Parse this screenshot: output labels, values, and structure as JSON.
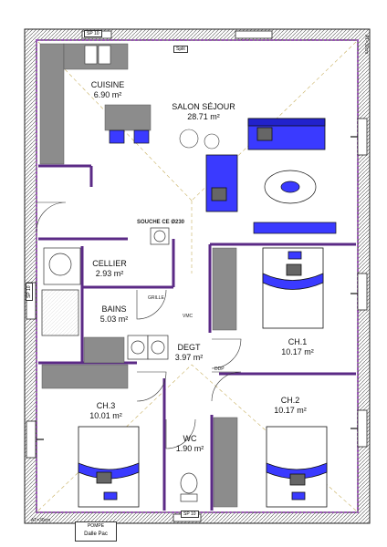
{
  "rooms": {
    "cuisine": {
      "name": "CUISINE",
      "area": "6.90 m²"
    },
    "salon": {
      "name": "SALON SÉJOUR",
      "area": "28.71 m²"
    },
    "cellier": {
      "name": "CELLIER",
      "area": "2.93 m²"
    },
    "bains": {
      "name": "BAINS",
      "area": "5.03 m²"
    },
    "degt": {
      "name": "DEGT",
      "area": "3.97 m²"
    },
    "ch1": {
      "name": "CH.1",
      "area": "10.17 m²"
    },
    "ch2": {
      "name": "CH.2",
      "area": "10.17 m²"
    },
    "ch3": {
      "name": "CH.3",
      "area": "10.01 m²"
    },
    "wc": {
      "name": "WC",
      "area": "1.90 m²"
    }
  },
  "annotations": {
    "sp10_top": "SP 10",
    "sp10_bottom": "SP 10",
    "sp10_left": "SP 10",
    "split": "Split",
    "souche": "SOUCHE CE Ø230",
    "at_right": "AT=30cm",
    "at_bottom": "AT=30cm",
    "pompe": "POMPE",
    "dalle_pac": "Dalle Pac",
    "grid": "GRILLE",
    "vmc": "VMC",
    "ddp": "DDP"
  },
  "colors": {
    "wall": "#2a2a2a",
    "insulation": "#9b59b6",
    "partition": "#5b2a86",
    "furniture": "#3a3aff",
    "counter": "#8c8c8c"
  }
}
